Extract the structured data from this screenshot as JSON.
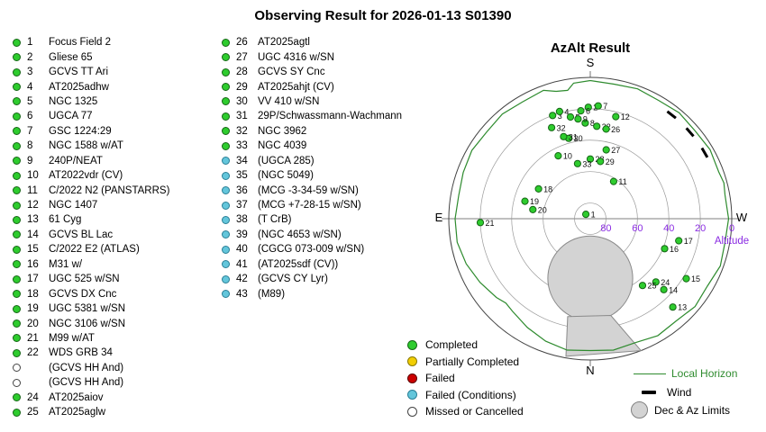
{
  "page": {
    "title": "Observing Result for 2026-01-13 S01390"
  },
  "targets": {
    "col1": [
      {
        "num": "1",
        "label": "Focus Field 2",
        "status": "completed"
      },
      {
        "num": "2",
        "label": "Gliese 65",
        "status": "completed"
      },
      {
        "num": "3",
        "label": "GCVS TT Ari",
        "status": "completed"
      },
      {
        "num": "4",
        "label": "AT2025adhw",
        "status": "completed"
      },
      {
        "num": "5",
        "label": "NGC 1325",
        "status": "completed"
      },
      {
        "num": "6",
        "label": "UGCA 77",
        "status": "completed"
      },
      {
        "num": "7",
        "label": "GSC 1224:29",
        "status": "completed"
      },
      {
        "num": "8",
        "label": "NGC 1588 w/AT",
        "status": "completed"
      },
      {
        "num": "9",
        "label": "240P/NEAT",
        "status": "completed"
      },
      {
        "num": "10",
        "label": "AT2022vdr (CV)",
        "status": "completed"
      },
      {
        "num": "11",
        "label": "C/2022 N2 (PANSTARRS)",
        "status": "completed"
      },
      {
        "num": "12",
        "label": "NGC 1407",
        "status": "completed"
      },
      {
        "num": "13",
        "label": "61 Cyg",
        "status": "completed"
      },
      {
        "num": "14",
        "label": "GCVS BL Lac",
        "status": "completed"
      },
      {
        "num": "15",
        "label": "C/2022 E2 (ATLAS)",
        "status": "completed"
      },
      {
        "num": "16",
        "label": "M31 w/",
        "status": "completed"
      },
      {
        "num": "17",
        "label": "UGC 525 w/SN",
        "status": "completed"
      },
      {
        "num": "18",
        "label": "GCVS DX Cnc",
        "status": "completed"
      },
      {
        "num": "19",
        "label": "UGC 5381 w/SN",
        "status": "completed"
      },
      {
        "num": "20",
        "label": "NGC 3106 w/SN",
        "status": "completed"
      },
      {
        "num": "21",
        "label": "M99 w/AT",
        "status": "completed"
      },
      {
        "num": "22",
        "label": "WDS GRB 34",
        "status": "completed"
      },
      {
        "num": "",
        "label": "(GCVS HH And)",
        "status": "missed"
      },
      {
        "num": "",
        "label": "(GCVS HH And)",
        "status": "missed"
      },
      {
        "num": "24",
        "label": "AT2025aiov",
        "status": "completed"
      },
      {
        "num": "25",
        "label": "AT2025aglw",
        "status": "completed"
      }
    ],
    "col2": [
      {
        "num": "26",
        "label": "AT2025agtl",
        "status": "completed"
      },
      {
        "num": "27",
        "label": "UGC 4316 w/SN",
        "status": "completed"
      },
      {
        "num": "28",
        "label": "GCVS SY Cnc",
        "status": "completed"
      },
      {
        "num": "29",
        "label": "AT2025ahjt (CV)",
        "status": "completed"
      },
      {
        "num": "30",
        "label": "VV 410 w/SN",
        "status": "completed"
      },
      {
        "num": "31",
        "label": "29P/Schwassmann-Wachmann",
        "status": "completed"
      },
      {
        "num": "32",
        "label": "NGC 3962",
        "status": "completed"
      },
      {
        "num": "33",
        "label": "NGC 4039",
        "status": "completed"
      },
      {
        "num": "34",
        "label": "(UGCA 285)",
        "status": "failed_conditions"
      },
      {
        "num": "35",
        "label": "(NGC 5049)",
        "status": "failed_conditions"
      },
      {
        "num": "36",
        "label": "(MCG -3-34-59 w/SN)",
        "status": "failed_conditions"
      },
      {
        "num": "37",
        "label": "(MCG +7-28-15 w/SN)",
        "status": "failed_conditions"
      },
      {
        "num": "38",
        "label": "(T CrB)",
        "status": "failed_conditions"
      },
      {
        "num": "39",
        "label": "(NGC 4653 w/SN)",
        "status": "failed_conditions"
      },
      {
        "num": "40",
        "label": "(CGCG 073-009 w/SN)",
        "status": "failed_conditions"
      },
      {
        "num": "41",
        "label": "(AT2025sdf (CV))",
        "status": "failed_conditions"
      },
      {
        "num": "42",
        "label": "(GCVS CY Lyr)",
        "status": "failed_conditions"
      },
      {
        "num": "43",
        "label": "(M89)",
        "status": "failed_conditions"
      }
    ]
  },
  "legend": {
    "status_items": [
      {
        "label": "Completed",
        "status": "completed"
      },
      {
        "label": "Partially Completed",
        "status": "partially"
      },
      {
        "label": "Failed",
        "status": "failed"
      },
      {
        "label": "Failed (Conditions)",
        "status": "failed_conditions"
      },
      {
        "label": "Missed or Cancelled",
        "status": "missed"
      }
    ],
    "map_items": [
      {
        "label": "Local Horizon"
      },
      {
        "label": "Wind"
      },
      {
        "label": "Dec & Az Limits"
      }
    ]
  },
  "chart_data": {
    "type": "polar_scatter",
    "title": "AzAlt Result",
    "compass": {
      "top": "S",
      "left": "E",
      "bottom": "N",
      "right": "W"
    },
    "altitude_axis_label": "Altitude",
    "altitude_ticks": [
      80,
      60,
      40,
      20,
      0
    ],
    "altitude_rings": [
      0,
      20,
      40,
      60,
      80
    ],
    "colors": {
      "completed": "#2ecc2e",
      "completed_edge": "#156615",
      "horizon": "#2e8b2e",
      "axis": "#555555",
      "altitude_label": "#8a2be2",
      "limits_fill": "#d3d3d3",
      "limits_edge": "#8a8a8a",
      "wind": "#000000",
      "point_label": "#111111"
    },
    "points": [
      {
        "n": 1,
        "az": 135,
        "alt": 86
      },
      {
        "n": 2,
        "az": 179,
        "alt": 19
      },
      {
        "n": 3,
        "az": 160,
        "alt": 20
      },
      {
        "n": 4,
        "az": 164,
        "alt": 19
      },
      {
        "n": 5,
        "az": 169,
        "alt": 24
      },
      {
        "n": 6,
        "az": 175,
        "alt": 21
      },
      {
        "n": 7,
        "az": 184,
        "alt": 18
      },
      {
        "n": 8,
        "az": 177,
        "alt": 29
      },
      {
        "n": 9,
        "az": 173,
        "alt": 26
      },
      {
        "n": 10,
        "az": 153,
        "alt": 45
      },
      {
        "n": 11,
        "az": 212,
        "alt": 62
      },
      {
        "n": 12,
        "az": 194,
        "alt": 23
      },
      {
        "n": 13,
        "az": 317,
        "alt": 13
      },
      {
        "n": 14,
        "az": 314,
        "alt": 25
      },
      {
        "n": 15,
        "az": 302,
        "alt": 18
      },
      {
        "n": 16,
        "az": 292,
        "alt": 39
      },
      {
        "n": 17,
        "az": 284,
        "alt": 32
      },
      {
        "n": 18,
        "az": 120,
        "alt": 52
      },
      {
        "n": 19,
        "az": 105,
        "alt": 47
      },
      {
        "n": 20,
        "az": 99,
        "alt": 53
      },
      {
        "n": 21,
        "az": 88,
        "alt": 20
      },
      {
        "n": 22,
        "az": 184,
        "alt": 31
      },
      {
        "n": 24,
        "az": 314,
        "alt": 32
      },
      {
        "n": 25,
        "az": 322,
        "alt": 36
      },
      {
        "n": 26,
        "az": 190,
        "alt": 32
      },
      {
        "n": 27,
        "az": 193,
        "alt": 45
      },
      {
        "n": 28,
        "az": 180,
        "alt": 52
      },
      {
        "n": 29,
        "az": 190,
        "alt": 53
      },
      {
        "n": 30,
        "az": 165,
        "alt": 37
      },
      {
        "n": 31,
        "az": 162,
        "alt": 35
      },
      {
        "n": 32,
        "az": 157,
        "alt": 27
      },
      {
        "n": 33,
        "az": 167,
        "alt": 54
      }
    ],
    "horizon": [
      [
        0,
        6
      ],
      [
        10,
        5
      ],
      [
        20,
        7
      ],
      [
        30,
        10
      ],
      [
        40,
        13
      ],
      [
        45,
        14
      ],
      [
        50,
        12
      ],
      [
        60,
        9
      ],
      [
        70,
        6
      ],
      [
        80,
        4
      ],
      [
        90,
        4
      ],
      [
        100,
        5
      ],
      [
        110,
        4
      ],
      [
        120,
        3
      ],
      [
        130,
        4
      ],
      [
        140,
        3
      ],
      [
        150,
        4
      ],
      [
        160,
        3
      ],
      [
        165,
        6
      ],
      [
        170,
        7
      ],
      [
        173,
        3
      ],
      [
        180,
        2
      ],
      [
        190,
        3
      ],
      [
        200,
        2
      ],
      [
        210,
        3
      ],
      [
        220,
        2
      ],
      [
        230,
        3
      ],
      [
        240,
        2
      ],
      [
        250,
        3
      ],
      [
        255,
        2
      ],
      [
        260,
        3
      ],
      [
        270,
        2
      ],
      [
        280,
        3
      ],
      [
        290,
        2
      ],
      [
        300,
        4
      ],
      [
        310,
        3
      ],
      [
        320,
        5
      ],
      [
        330,
        4
      ],
      [
        340,
        6
      ],
      [
        350,
        5
      ]
    ],
    "wind": [
      {
        "az": 218,
        "alt": 6
      },
      {
        "az": 229,
        "alt": 6
      },
      {
        "az": 240,
        "alt": 6
      }
    ],
    "limits": {
      "circle": {
        "az": 0,
        "alt": 52,
        "radius_deg": 27
      },
      "wedge": [
        [
          13,
          26
        ],
        [
          348,
          27
        ],
        [
          339,
          0
        ],
        [
          10,
          1
        ]
      ]
    }
  }
}
